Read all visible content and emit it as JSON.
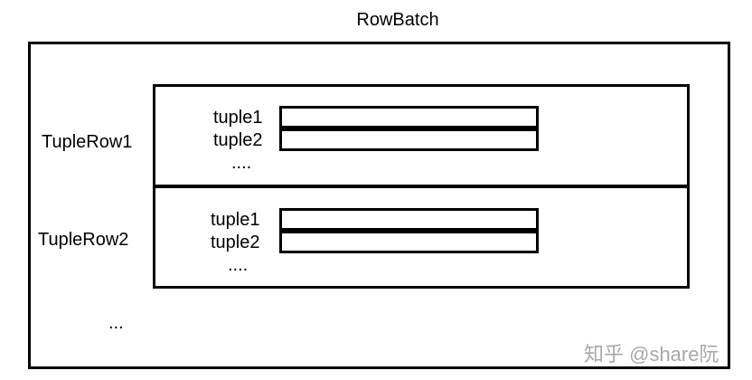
{
  "diagram": {
    "title": "RowBatch",
    "rows": [
      {
        "label": "TupleRow1",
        "tuples": [
          "tuple1",
          "tuple2"
        ],
        "ellipsis": "...."
      },
      {
        "label": "TupleRow2",
        "tuples": [
          "tuple1",
          "tuple2"
        ],
        "ellipsis": "...."
      }
    ],
    "more_rows": "..."
  },
  "watermark": "知乎 @share阮",
  "colors": {
    "stroke": "#000000",
    "background": "#ffffff",
    "watermark": "#8a8a8a"
  }
}
